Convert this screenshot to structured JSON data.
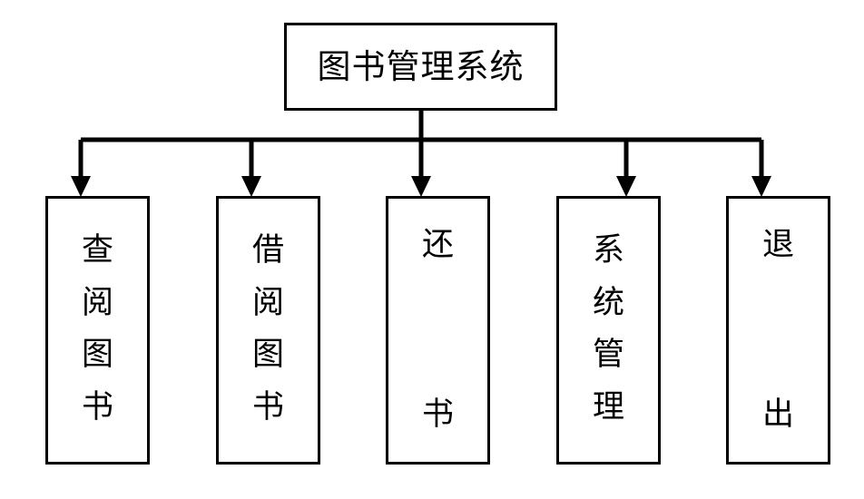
{
  "diagram": {
    "type": "tree-hierarchy-chart",
    "title_text": "图书管理系统",
    "background_color": "#ffffff",
    "line_color": "#000000",
    "text_color": "#000000",
    "root": {
      "label": "图书管理系统",
      "orientation": "horizontal"
    },
    "children": [
      {
        "label": "查阅图书",
        "orientation": "vertical",
        "chars": [
          "查",
          "阅",
          "图",
          "书"
        ]
      },
      {
        "label": "借阅图书",
        "orientation": "vertical",
        "chars": [
          "借",
          "阅",
          "图",
          "书"
        ]
      },
      {
        "label": "还书",
        "orientation": "vertical",
        "chars": [
          "还",
          "书"
        ]
      },
      {
        "label": "系统管理",
        "orientation": "vertical",
        "chars": [
          "系",
          "统",
          "管",
          "理"
        ]
      },
      {
        "label": "退出",
        "orientation": "vertical",
        "chars": [
          "退",
          "出"
        ]
      }
    ],
    "connectors": {
      "style": "orthogonal-bus-with-arrowheads",
      "arrowhead": "solid-triangle",
      "count": 5
    }
  }
}
